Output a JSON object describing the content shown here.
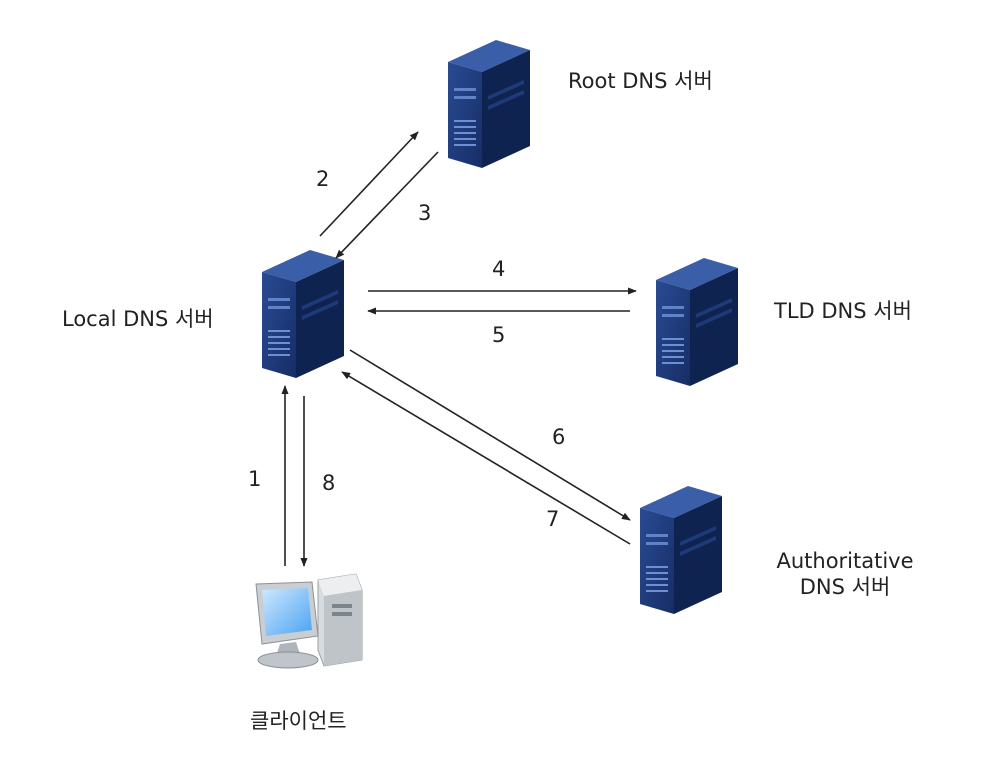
{
  "nodes": {
    "root": {
      "label": "Root DNS 서버"
    },
    "local": {
      "label": "Local DNS 서버"
    },
    "tld": {
      "label": "TLD DNS 서버"
    },
    "authoritative": {
      "label_line1": "Authoritative",
      "label_line2": "DNS 서버"
    },
    "client": {
      "label": "클라이언트"
    }
  },
  "arrows": [
    {
      "label": "1",
      "from": "client",
      "to": "local"
    },
    {
      "label": "2",
      "from": "local",
      "to": "root"
    },
    {
      "label": "3",
      "from": "root",
      "to": "local"
    },
    {
      "label": "4",
      "from": "local",
      "to": "tld"
    },
    {
      "label": "5",
      "from": "tld",
      "to": "local"
    },
    {
      "label": "6",
      "from": "local",
      "to": "authoritative"
    },
    {
      "label": "7",
      "from": "authoritative",
      "to": "local"
    },
    {
      "label": "8",
      "from": "local",
      "to": "client"
    }
  ],
  "colors": {
    "server_front": "#1e3a78",
    "server_side": "#0f2350",
    "server_top": "#3a5ca6",
    "arrow": "#222222"
  },
  "icons": {
    "server": "server-tower-icon",
    "client": "desktop-computer-icon"
  }
}
